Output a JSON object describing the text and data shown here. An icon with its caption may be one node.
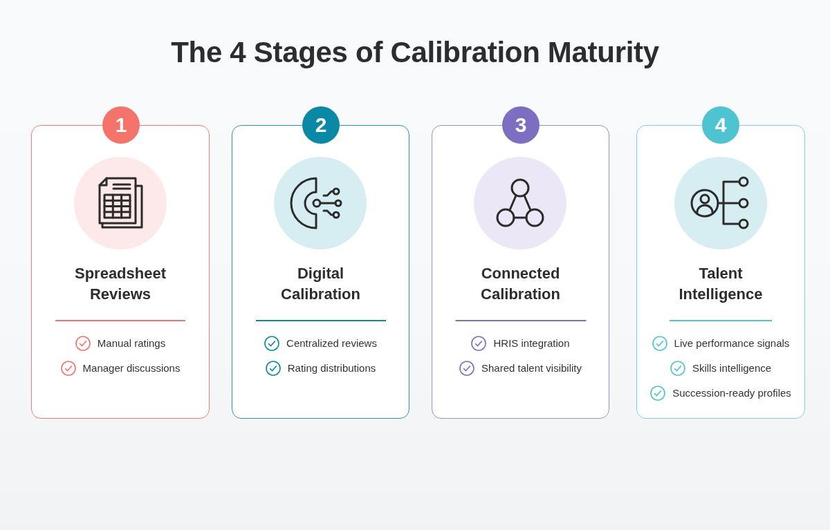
{
  "diagram": {
    "title": "The 4 Stages of Calibration Maturity",
    "nodes": [
      {
        "text": [
          "1"
        ]
      },
      {
        "text": [
          "Spreadsheet Reviews",
          "Manual ratings",
          "Manager discussions"
        ]
      },
      {
        "text": [
          "2"
        ]
      },
      {
        "text": [
          "Digital Calibration",
          "Centralized reviews",
          "Rating distributions"
        ]
      },
      {
        "text": [
          "3"
        ]
      },
      {
        "text": [
          "Connected Calibration",
          "HRIS integration",
          "Shared talent visibility"
        ]
      },
      {
        "text": [
          "4"
        ]
      },
      {
        "text": [
          "Talent Intelligence",
          "Live performance signals",
          "Skills intelligence",
          "Succession-ready profiles"
        ]
      }
    ]
  }
}
